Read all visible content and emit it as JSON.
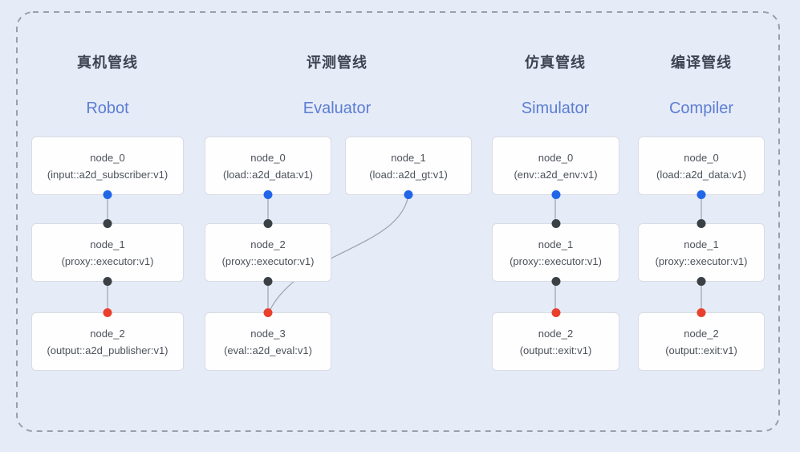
{
  "diagram": {
    "background_color": "#e6ebf8",
    "dashed_border_color": "#99a0aa",
    "edge_color": "#9ba3ae",
    "node_fill_color": "#fefefe",
    "node_border_color": "#d9dce3",
    "title_zh_color": "#3d4350",
    "title_en_color": "#5b7ed2",
    "port_colors": {
      "source_port": "#2166e8",
      "middle_port": "#3b4045",
      "sink_port": "#e8402c"
    }
  },
  "pipelines": [
    {
      "title_zh": "真机管线",
      "title_en": "Robot",
      "nodes": [
        {
          "name": "node_0",
          "type": "(input::a2d_subscriber:v1)"
        },
        {
          "name": "node_1",
          "type": "(proxy::executor:v1)"
        },
        {
          "name": "node_2",
          "type": "(output::a2d_publisher:v1)"
        }
      ]
    },
    {
      "title_zh": "评测管线",
      "title_en": "Evaluator",
      "nodes": [
        {
          "name": "node_0",
          "type": "(load::a2d_data:v1)"
        },
        {
          "name": "node_1",
          "type": "(load::a2d_gt:v1)"
        },
        {
          "name": "node_2",
          "type": "(proxy::executor:v1)"
        },
        {
          "name": "node_3",
          "type": "(eval::a2d_eval:v1)"
        }
      ]
    },
    {
      "title_zh": "仿真管线",
      "title_en": "Simulator",
      "nodes": [
        {
          "name": "node_0",
          "type": "(env::a2d_env:v1)"
        },
        {
          "name": "node_1",
          "type": "(proxy::executor:v1)"
        },
        {
          "name": "node_2",
          "type": "(output::exit:v1)"
        }
      ]
    },
    {
      "title_zh": "编译管线",
      "title_en": "Compiler",
      "nodes": [
        {
          "name": "node_0",
          "type": "(load::a2d_data:v1)"
        },
        {
          "name": "node_1",
          "type": "(proxy::executor:v1)"
        },
        {
          "name": "node_2",
          "type": "(output::exit:v1)"
        }
      ]
    }
  ]
}
